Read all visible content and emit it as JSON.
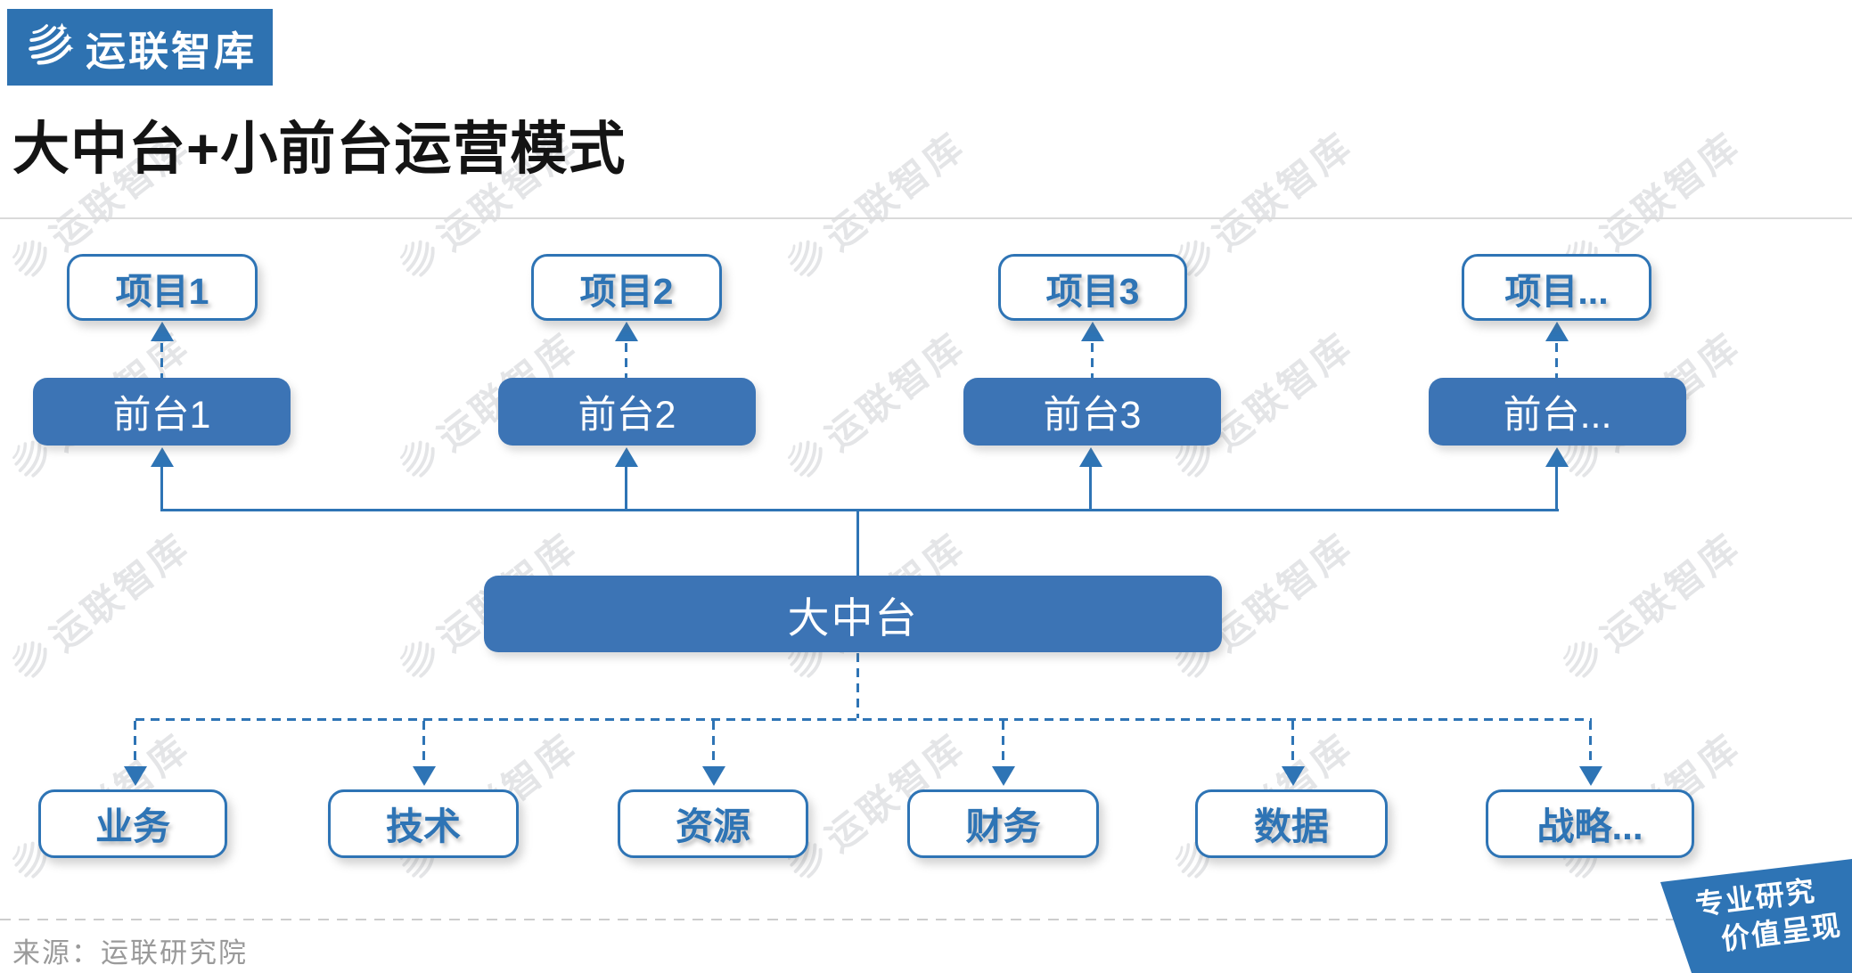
{
  "logo": {
    "text": "运联智库"
  },
  "title": "大中台+小前台运营模式",
  "diagram": {
    "projects": [
      "项目1",
      "项目2",
      "项目3",
      "项目..."
    ],
    "fronts": [
      "前台1",
      "前台2",
      "前台3",
      "前台..."
    ],
    "center": "大中台",
    "departments": [
      "业务",
      "技术",
      "资源",
      "财务",
      "数据",
      "战略..."
    ]
  },
  "footer": {
    "source": "来源：运联研究院",
    "badge_line1": "专业研究",
    "badge_line2": "价值呈现"
  },
  "watermark": {
    "text": "运联智库"
  },
  "colors": {
    "brand_blue": "#2E74B5",
    "box_fill_blue": "#3C74B5",
    "logo_bg": "#2E72B1",
    "divider_gray": "#dadada",
    "source_text_gray": "#9a9a9a",
    "watermark_gray": "#e4e5e7"
  }
}
